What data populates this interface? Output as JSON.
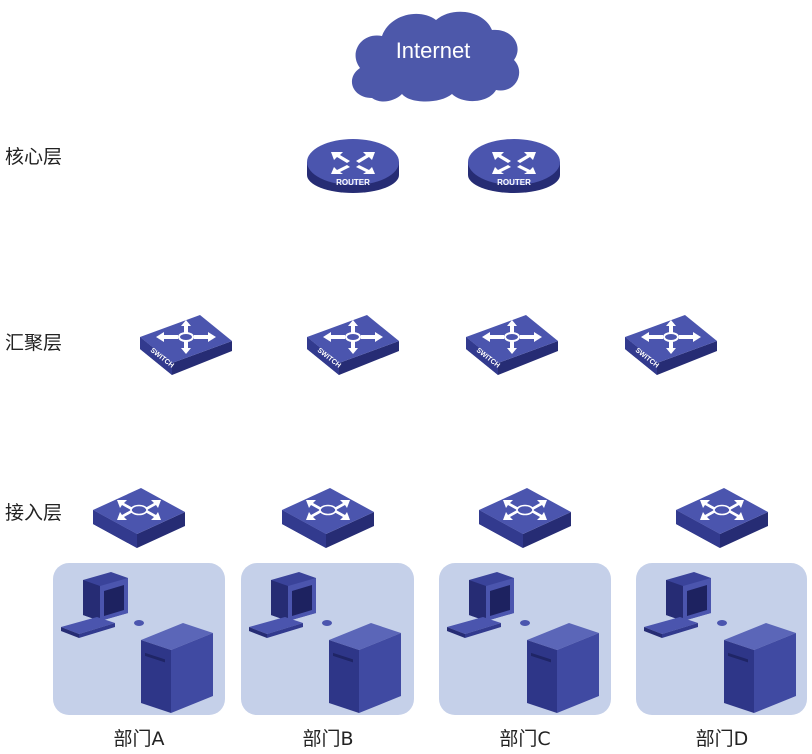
{
  "cloud": {
    "label": "Internet"
  },
  "layers": {
    "core": "核心层",
    "aggregation": "汇聚层",
    "access": "接入层"
  },
  "device_labels": {
    "router": "ROUTER",
    "switch": "SWITCH"
  },
  "departments": [
    {
      "label": "部门A"
    },
    {
      "label": "部门B"
    },
    {
      "label": "部门C"
    },
    {
      "label": "部门D"
    }
  ],
  "colors": {
    "device_top": "#4b55ae",
    "device_side": "#323a8e",
    "device_dark": "#262c74",
    "cloud": "#4d58aa",
    "panel": "#c5d0e9",
    "arrow": "#ffffff"
  }
}
